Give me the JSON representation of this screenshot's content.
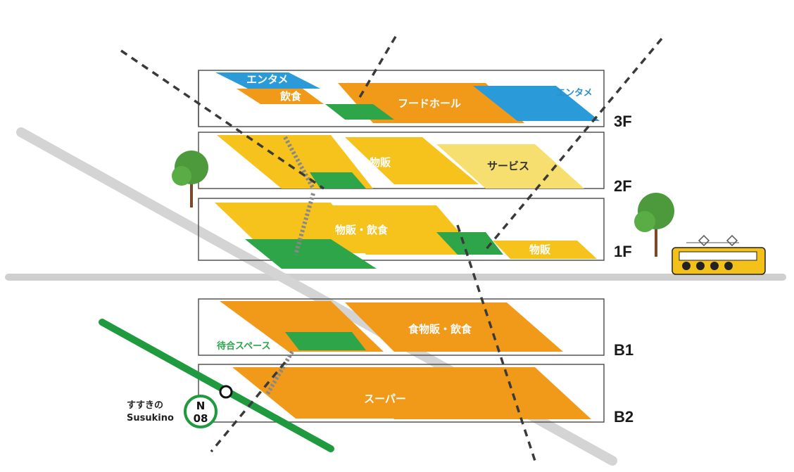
{
  "floors": {
    "f3": "3F",
    "f2": "2F",
    "f1": "1F",
    "b1": "B1",
    "b2": "B2"
  },
  "zones": {
    "f3_entame_left": "エンタメ",
    "f3_inshoku": "飲食",
    "f3_foodhall": "フードホール",
    "f3_entame_right": "エンタメ",
    "f2_buppan": "物販",
    "f2_service": "サービス",
    "f1_buppan_inshoku": "物販・飲食",
    "f1_buppan": "物販",
    "b1_shokubuppan": "食物販・飲食",
    "b1_waiting": "待合スペース",
    "b2_super": "スーパー"
  },
  "station": {
    "name_jp": "すすきの",
    "name_en": "Susukino",
    "line_letter": "N",
    "number": "08"
  },
  "colors": {
    "orange": "#f19a1a",
    "yellow": "#f6c21c",
    "light_yellow": "#f6df6e",
    "blue": "#2a9bd8",
    "green": "#2fa54a",
    "line_green": "#1f9a3f",
    "gray_road": "#cfcfcf"
  }
}
